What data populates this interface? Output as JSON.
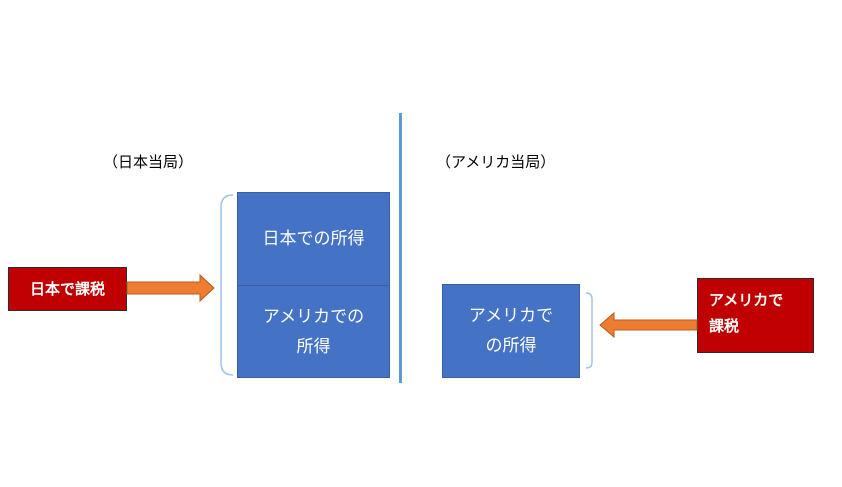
{
  "japan_side": {
    "heading": "（日本当局）",
    "income_top": "日本での所得",
    "income_bottom_line1": "アメリカでの",
    "income_bottom_line2": "所得",
    "taxation_label": "日本で課税"
  },
  "us_side": {
    "heading": "（アメリカ当局）",
    "income_line1": "アメリカで",
    "income_line2": "の所得",
    "taxation_line1": "アメリカで",
    "taxation_line2": "課税"
  },
  "colors": {
    "income_box": "#4472c4",
    "taxation_box": "#c00000",
    "arrow": "#ed7d31",
    "divider": "#5b9bd5",
    "bracket": "#9dc3e6"
  }
}
